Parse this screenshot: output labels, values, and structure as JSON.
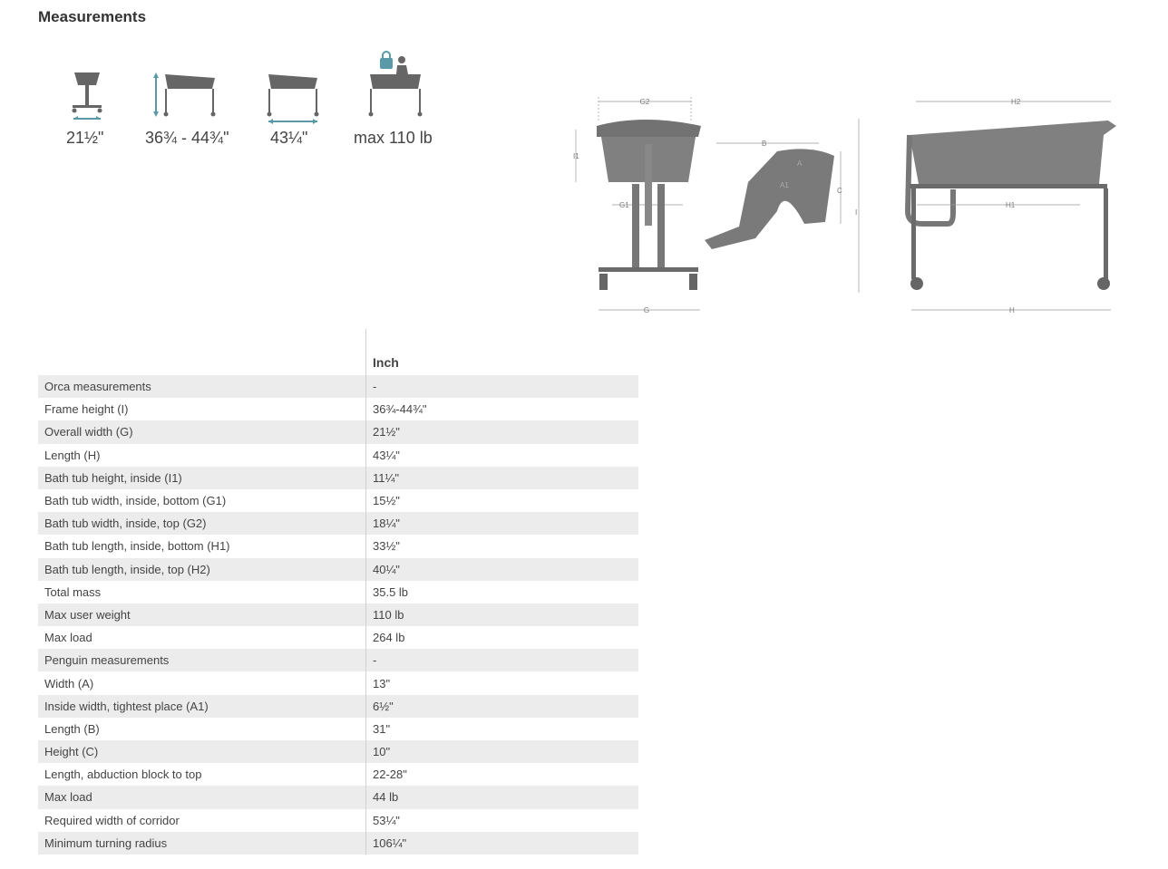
{
  "page": {
    "title": "Measurements"
  },
  "icons": [
    {
      "name": "width-icon",
      "label": "21½\""
    },
    {
      "name": "height-adjust-icon",
      "label": "36¾ - 44¾\""
    },
    {
      "name": "length-icon",
      "label": "43¼\""
    },
    {
      "name": "max-weight-icon",
      "label": "max 110 lb"
    }
  ],
  "diagram": {
    "labels": {
      "g2": "G2",
      "i1": "I1",
      "g1": "G1",
      "g": "G",
      "b": "B",
      "a": "A",
      "a1": "A1",
      "c": "C",
      "h2": "H2",
      "h1": "H1",
      "i": "I",
      "h": "H"
    }
  },
  "table": {
    "header": [
      "",
      "Inch"
    ],
    "rows": [
      [
        "Orca measurements",
        "-"
      ],
      [
        "Frame height (I)",
        "36¾-44¾\""
      ],
      [
        "Overall width (G)",
        "21½\""
      ],
      [
        "Length (H)",
        "43¼\""
      ],
      [
        "Bath tub height, inside (I1)",
        "11¼\""
      ],
      [
        "Bath tub width, inside, bottom (G1)",
        "15½\""
      ],
      [
        "Bath tub width, inside, top (G2)",
        "18¼\""
      ],
      [
        "Bath tub length, inside, bottom (H1)",
        "33½\""
      ],
      [
        "Bath tub length, inside, top (H2)",
        "40¼\""
      ],
      [
        "Total mass",
        "35.5 lb"
      ],
      [
        "Max user weight",
        "110 lb"
      ],
      [
        "Max load",
        "264 lb"
      ],
      [
        "Penguin measurements",
        "-"
      ],
      [
        "Width (A)",
        "13\""
      ],
      [
        "Inside width, tightest place (A1)",
        "6½\""
      ],
      [
        "Length (B)",
        "31\""
      ],
      [
        "Height (C)",
        "10\""
      ],
      [
        "Length, abduction block to top",
        "22-28\""
      ],
      [
        "Max load",
        "44 lb"
      ],
      [
        "Required width of corridor",
        "53¼\""
      ],
      [
        "Minimum turning radius",
        "106¼\""
      ]
    ]
  },
  "colors": {
    "accent": "#5a9aa8",
    "gray": "#666666",
    "rowAlt": "#ececec"
  }
}
